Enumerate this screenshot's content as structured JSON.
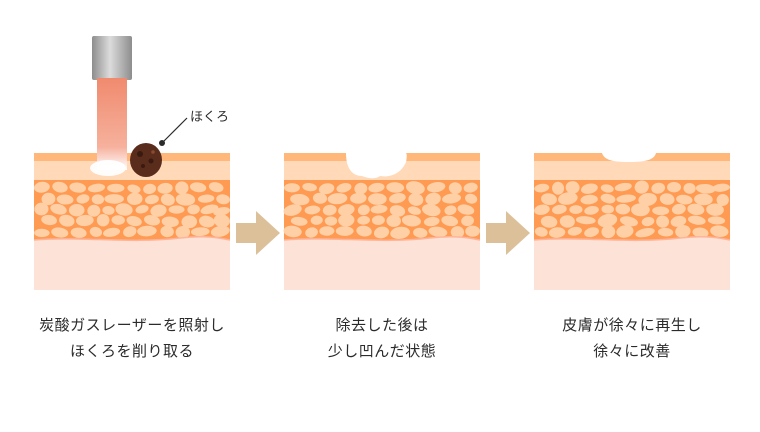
{
  "label": "ほくろ",
  "steps": [
    {
      "line1": "炭酸ガスレーザーを照射し",
      "line2": "ほくろを削り取る"
    },
    {
      "line1": "除去した後は",
      "line2": "少し凹んだ状態"
    },
    {
      "line1": "皮膚が徐々に再生し",
      "line2": "徐々に改善"
    }
  ],
  "colors": {
    "epidermis_top": "#ffb77a",
    "epidermis": "#ffd9b8",
    "dermis": "#ff9a52",
    "cell": "#ffcfa6",
    "subcutis": "#fde2d8",
    "arrow": "#dcc09a",
    "laser": "#ee7a5c",
    "laser_head": "#b0b0b0",
    "mole": "#5a2c1c"
  }
}
